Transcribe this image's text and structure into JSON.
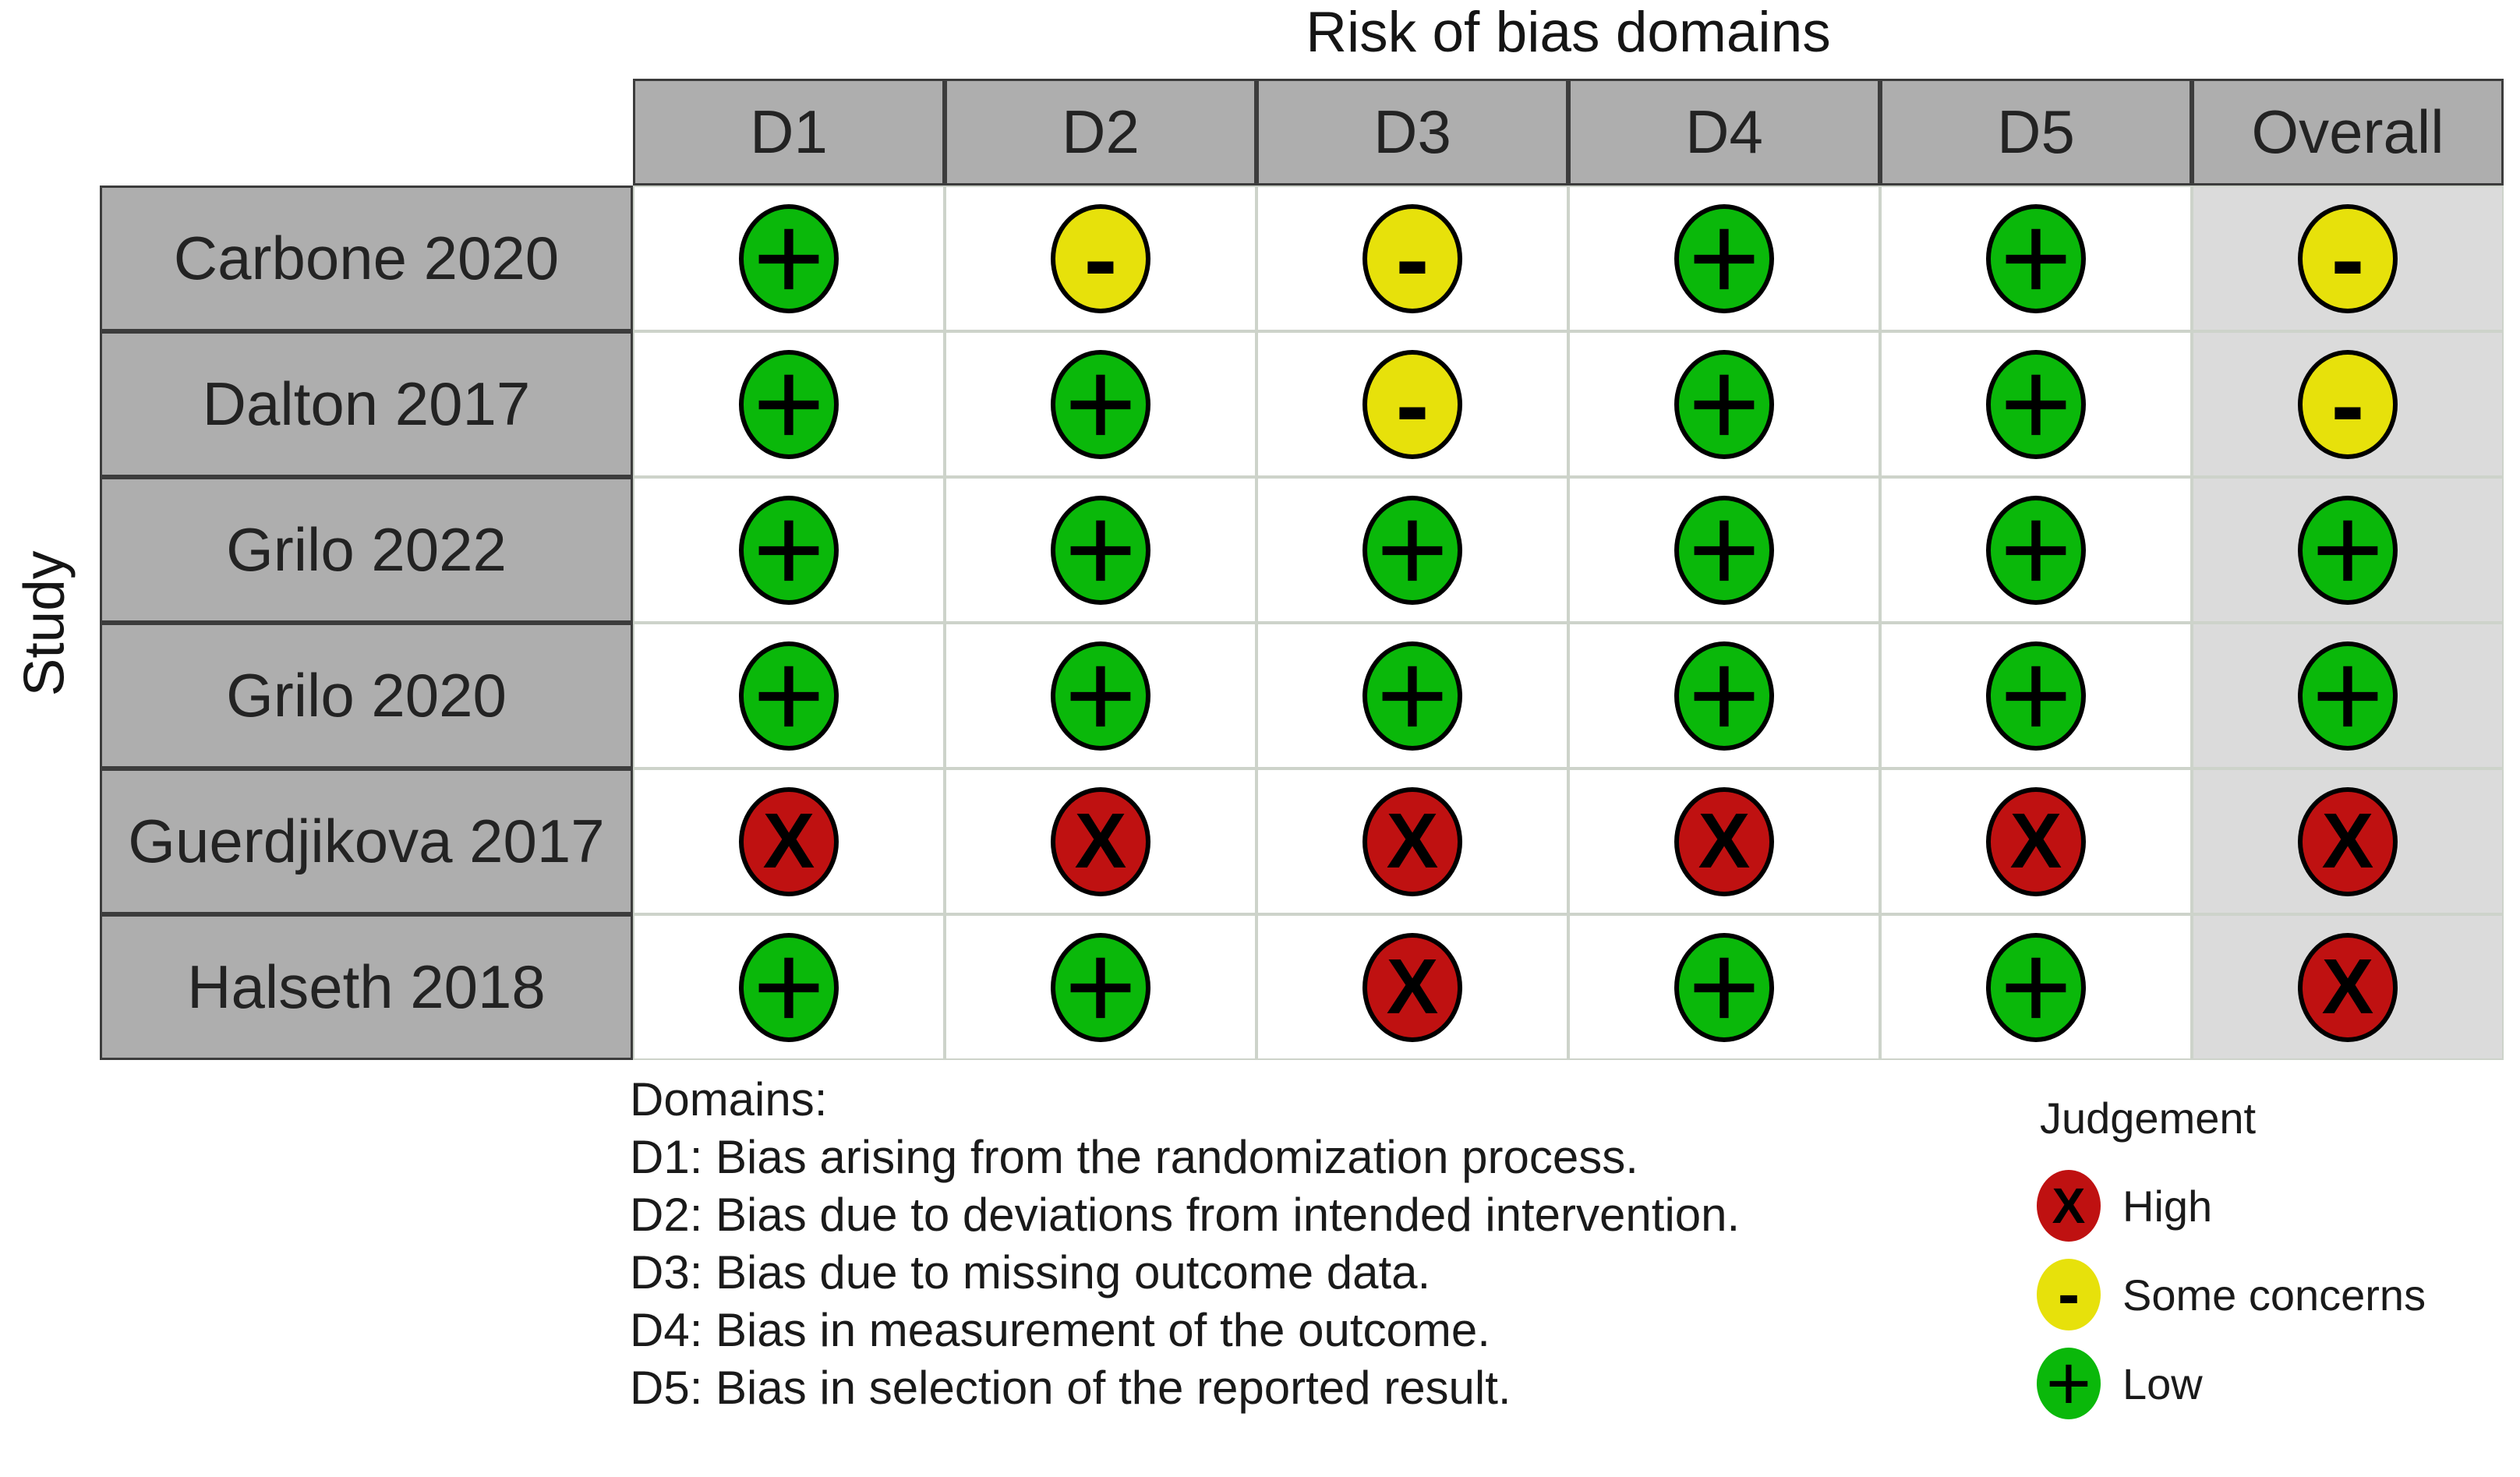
{
  "chart_data": {
    "type": "table",
    "title": "Risk of bias domains",
    "row_axis_label": "Study",
    "columns": [
      "D1",
      "D2",
      "D3",
      "D4",
      "D5",
      "Overall"
    ],
    "rows": [
      {
        "study": "Carbone 2020",
        "judgments": [
          "low",
          "some_concerns",
          "some_concerns",
          "low",
          "low",
          "some_concerns"
        ]
      },
      {
        "study": "Dalton 2017",
        "judgments": [
          "low",
          "low",
          "some_concerns",
          "low",
          "low",
          "some_concerns"
        ]
      },
      {
        "study": "Grilo 2022",
        "judgments": [
          "low",
          "low",
          "low",
          "low",
          "low",
          "low"
        ]
      },
      {
        "study": "Grilo 2020",
        "judgments": [
          "low",
          "low",
          "low",
          "low",
          "low",
          "low"
        ]
      },
      {
        "study": "Guerdjikova 2017",
        "judgments": [
          "high",
          "high",
          "high",
          "high",
          "high",
          "high"
        ]
      },
      {
        "study": "Halseth 2018",
        "judgments": [
          "low",
          "low",
          "high",
          "low",
          "low",
          "high"
        ]
      }
    ],
    "legend_position": "bottom-right",
    "grid": "on"
  },
  "judgment_styles": {
    "high": {
      "symbol": "X",
      "color": "#bf1111",
      "label": "High"
    },
    "some_concerns": {
      "symbol": "-",
      "color": "#e7e10b",
      "label": "Some concerns"
    },
    "low": {
      "symbol": "+",
      "color": "#0ab80a",
      "label": "Low"
    }
  },
  "legend": {
    "title": "Judgement",
    "items": [
      {
        "judgment": "high",
        "label": "High"
      },
      {
        "judgment": "some_concerns",
        "label": "Some concerns"
      },
      {
        "judgment": "low",
        "label": "Low"
      }
    ]
  },
  "footnotes": {
    "heading": "Domains:",
    "lines": [
      "D1: Bias arising from the randomization process.",
      "D2: Bias due to deviations from intended intervention.",
      "D3: Bias due to missing outcome data.",
      "D4: Bias in measurement of the outcome.",
      "D5: Bias in selection of the reported result."
    ]
  },
  "colors": {
    "header_fill": "#aeaeae",
    "overall_fill": "#dbdbdb",
    "border_dark": "#3c3c3c",
    "grid_line": "#cdd3ca",
    "symbol_stroke": "#000000",
    "text": "#1b1b1b",
    "background": "#ffffff"
  }
}
